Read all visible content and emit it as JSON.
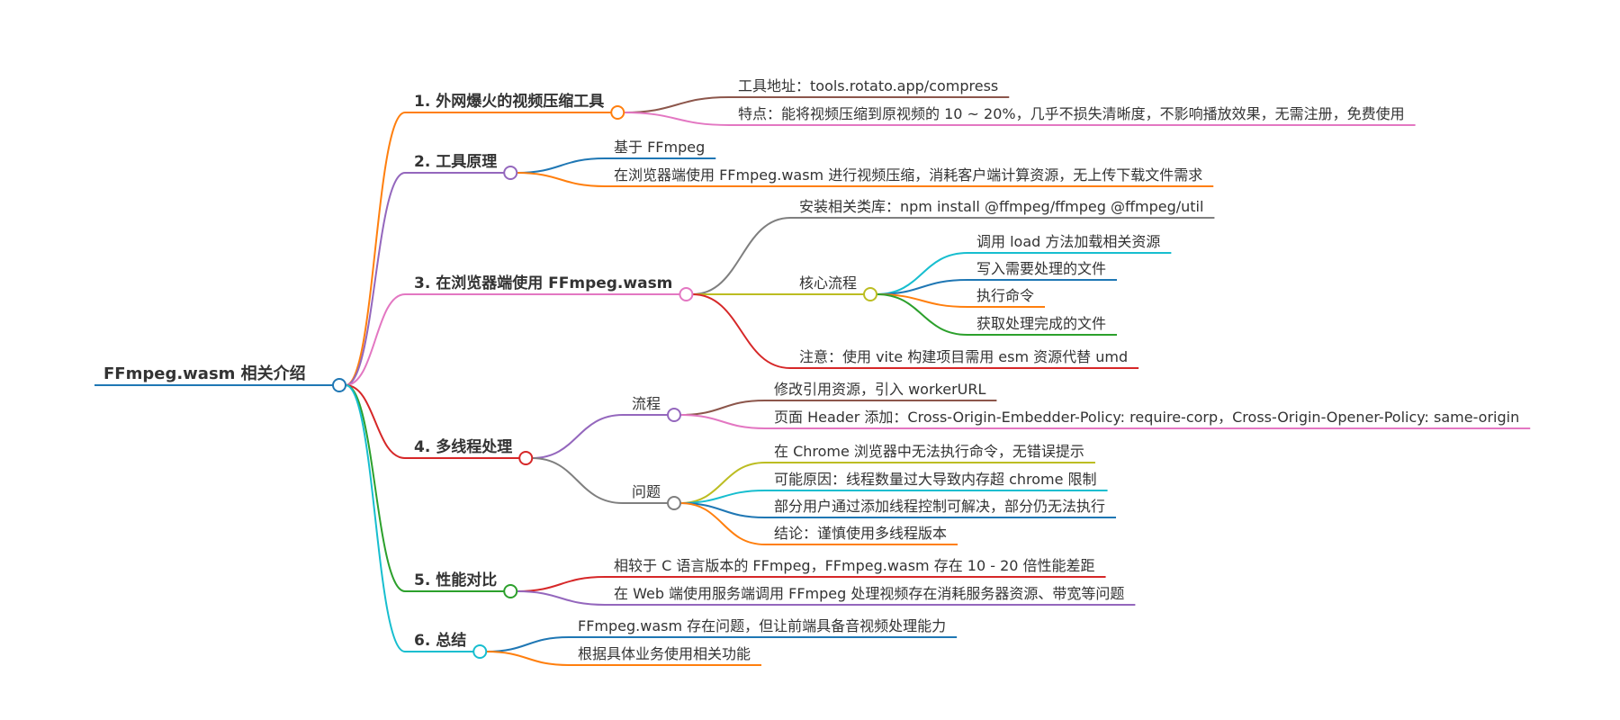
{
  "root": {
    "label": "FFmpeg.wasm 相关介绍",
    "color": "#1f77b4"
  },
  "branches": [
    {
      "id": "b1",
      "label": "1. 外网爆火的视频压缩工具",
      "color": "#ff7f0e",
      "children": [
        {
          "id": "b1c1",
          "label": "工具地址：tools.rotato.app/compress",
          "color": "#8c564b"
        },
        {
          "id": "b1c2",
          "label": "特点：能将视频压缩到原视频的 10 ~ 20%，几乎不损失清晰度，不影响播放效果，无需注册，免费使用",
          "color": "#e377c2"
        }
      ]
    },
    {
      "id": "b2",
      "label": "2. 工具原理",
      "color": "#9467bd",
      "children": [
        {
          "id": "b2c1",
          "label": "基于 FFmpeg",
          "color": "#1f77b4"
        },
        {
          "id": "b2c2",
          "label": "在浏览器端使用 FFmpeg.wasm 进行视频压缩，消耗客户端计算资源，无上传下载文件需求",
          "color": "#ff7f0e"
        }
      ]
    },
    {
      "id": "b3",
      "label": "3. 在浏览器端使用 FFmpeg.wasm",
      "color": "#e377c2",
      "children": [
        {
          "id": "b3c1",
          "label": "安装相关类库：npm install @ffmpeg/ffmpeg @ffmpeg/util",
          "color": "#7f7f7f"
        },
        {
          "id": "b3c2",
          "label": "核心流程",
          "color": "#bcbd22",
          "children": [
            {
              "id": "b3c2a",
              "label": "调用 load 方法加载相关资源",
              "color": "#17becf"
            },
            {
              "id": "b3c2b",
              "label": "写入需要处理的文件",
              "color": "#1f77b4"
            },
            {
              "id": "b3c2c",
              "label": "执行命令",
              "color": "#ff7f0e"
            },
            {
              "id": "b3c2d",
              "label": "获取处理完成的文件",
              "color": "#2ca02c"
            }
          ]
        },
        {
          "id": "b3c3",
          "label": "注意：使用 vite 构建项目需用 esm 资源代替 umd",
          "color": "#d62728"
        }
      ]
    },
    {
      "id": "b4",
      "label": "4. 多线程处理",
      "color": "#d62728",
      "children": [
        {
          "id": "b4c1",
          "label": "流程",
          "color": "#9467bd",
          "children": [
            {
              "id": "b4c1a",
              "label": "修改引用资源，引入 workerURL",
              "color": "#8c564b"
            },
            {
              "id": "b4c1b",
              "label": "页面 Header 添加：Cross-Origin-Embedder-Policy: require-corp，Cross-Origin-Opener-Policy: same-origin",
              "color": "#e377c2"
            }
          ]
        },
        {
          "id": "b4c2",
          "label": "问题",
          "color": "#7f7f7f",
          "children": [
            {
              "id": "b4c2a",
              "label": "在 Chrome 浏览器中无法执行命令，无错误提示",
              "color": "#bcbd22"
            },
            {
              "id": "b4c2b",
              "label": "可能原因：线程数量过大导致内存超 chrome 限制",
              "color": "#17becf"
            },
            {
              "id": "b4c2c",
              "label": "部分用户通过添加线程控制可解决，部分仍无法执行",
              "color": "#1f77b4"
            },
            {
              "id": "b4c2d",
              "label": "结论：谨慎使用多线程版本",
              "color": "#ff7f0e"
            }
          ]
        }
      ]
    },
    {
      "id": "b5",
      "label": "5. 性能对比",
      "color": "#2ca02c",
      "children": [
        {
          "id": "b5c1",
          "label": "相较于 C 语言版本的 FFmpeg，FFmpeg.wasm 存在 10 - 20 倍性能差距",
          "color": "#d62728"
        },
        {
          "id": "b5c2",
          "label": "在 Web 端使用服务端调用 FFmpeg 处理视频存在消耗服务器资源、带宽等问题",
          "color": "#9467bd"
        }
      ]
    },
    {
      "id": "b6",
      "label": "6. 总结",
      "color": "#17becf",
      "children": [
        {
          "id": "b6c1",
          "label": "FFmpeg.wasm 存在问题，但让前端具备音视频处理能力",
          "color": "#1f77b4"
        },
        {
          "id": "b6c2",
          "label": "根据具体业务使用相关功能",
          "color": "#ff7f0e"
        }
      ]
    }
  ]
}
